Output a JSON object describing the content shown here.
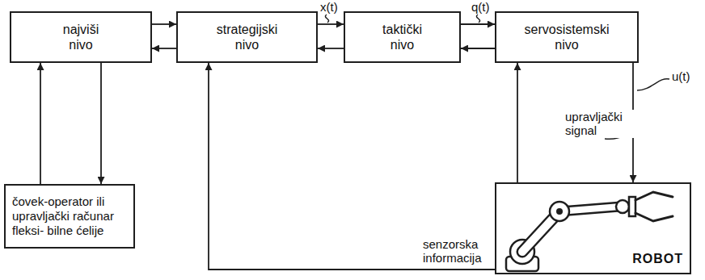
{
  "diagram": {
    "nodes": [
      {
        "text": [
          "najviši nivo"
        ]
      },
      {
        "text": [
          "strategijski nivo"
        ]
      },
      {
        "text": [
          "taktički nivo"
        ]
      },
      {
        "text": [
          "servosistemski nivo"
        ]
      },
      {
        "text": [
          "čovek-operator ili upravljački računar fleksi- bilne ćelije"
        ]
      },
      {
        "text": [
          "ROBOT"
        ]
      }
    ],
    "edges": [
      {
        "from": 0,
        "to": 1,
        "arrow": "to"
      },
      {
        "from": 1,
        "to": 0,
        "arrow": "to"
      },
      {
        "from": 1,
        "to": 2,
        "arrow": "to",
        "label": "x(t)"
      },
      {
        "from": 2,
        "to": 1,
        "arrow": "to"
      },
      {
        "from": 2,
        "to": 3,
        "arrow": "to",
        "label": "q(t)"
      },
      {
        "from": 3,
        "to": 2,
        "arrow": "to"
      },
      {
        "from": 4,
        "to": 0,
        "arrow": "to"
      },
      {
        "from": 0,
        "to": 4,
        "arrow": "to"
      },
      {
        "from": 3,
        "to": 5,
        "arrow": "to",
        "label": "u(t)"
      },
      {
        "from": 5,
        "to": 3,
        "arrow": "to"
      },
      {
        "from": 5,
        "to": 1,
        "arrow": "to",
        "label": "senzorska informacija"
      }
    ],
    "labels": [
      "upravljački signal"
    ]
  }
}
